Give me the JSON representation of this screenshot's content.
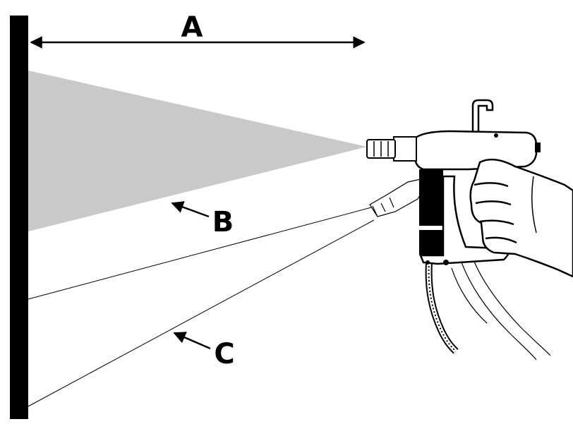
{
  "labels": {
    "distance": "A",
    "spray_fan": "B",
    "angled_fan": "C"
  },
  "colors": {
    "ink": "#000000",
    "spray": "#c9c9c9",
    "background": "#ffffff"
  },
  "icons": {
    "tool": "spray-gun-icon",
    "hand": "hand-icon",
    "surface": "wall-surface"
  }
}
